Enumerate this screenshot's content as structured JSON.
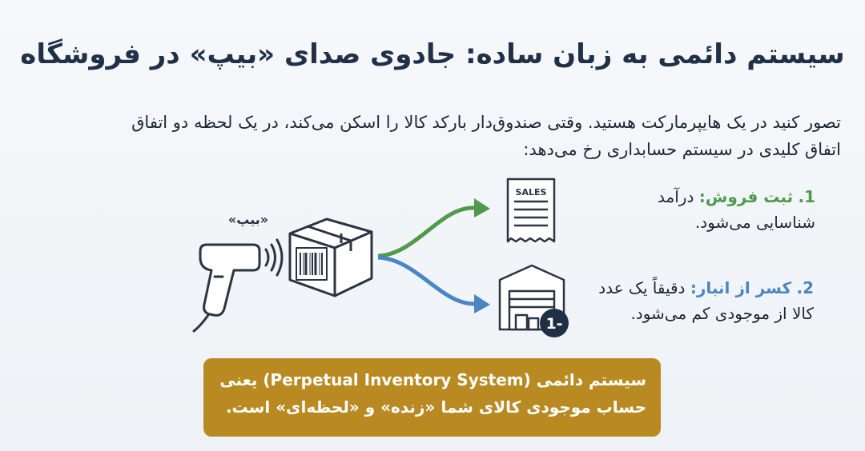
{
  "title": "سیستم دائمی به زبان ساده: جادوی صدای «بیپ» در فروشگاه",
  "intro": {
    "line1": "تصور کنید در یک هایپرمارکت هستید. وقتی صندوق‌دار بارکد کالا را اسکن می‌کند، در یک لحظه دو اتفاق",
    "line2": "اتفاق کلیدی در سیستم حسابداری رخ می‌دهد:"
  },
  "illustration": {
    "beep_label": "«بیپ»",
    "receipt_label": "SALES",
    "stock_badge": "-1"
  },
  "items": {
    "sale": {
      "number": "1.",
      "heading": "ثبت فروش:",
      "text_a": "درآمد",
      "text_b": "شناسایی می‌شود."
    },
    "stock": {
      "number": "2.",
      "heading": "کسر از انبار:",
      "text_a": "دقیقاً یک عدد",
      "text_b": "کالا از موجودی کم می‌شود."
    }
  },
  "banner": {
    "line1": "سیستم دائمی (Perpetual Inventory System) یعنی",
    "line2": "حساب موجودی کالای شما «زنده» و «لحظه‌ای» است."
  },
  "colors": {
    "title": "#1f3047",
    "green": "#4f9a4b",
    "blue": "#4a86c3",
    "banner": "#b98a22",
    "ink": "#2b3442",
    "badge": "#1f2f45"
  }
}
